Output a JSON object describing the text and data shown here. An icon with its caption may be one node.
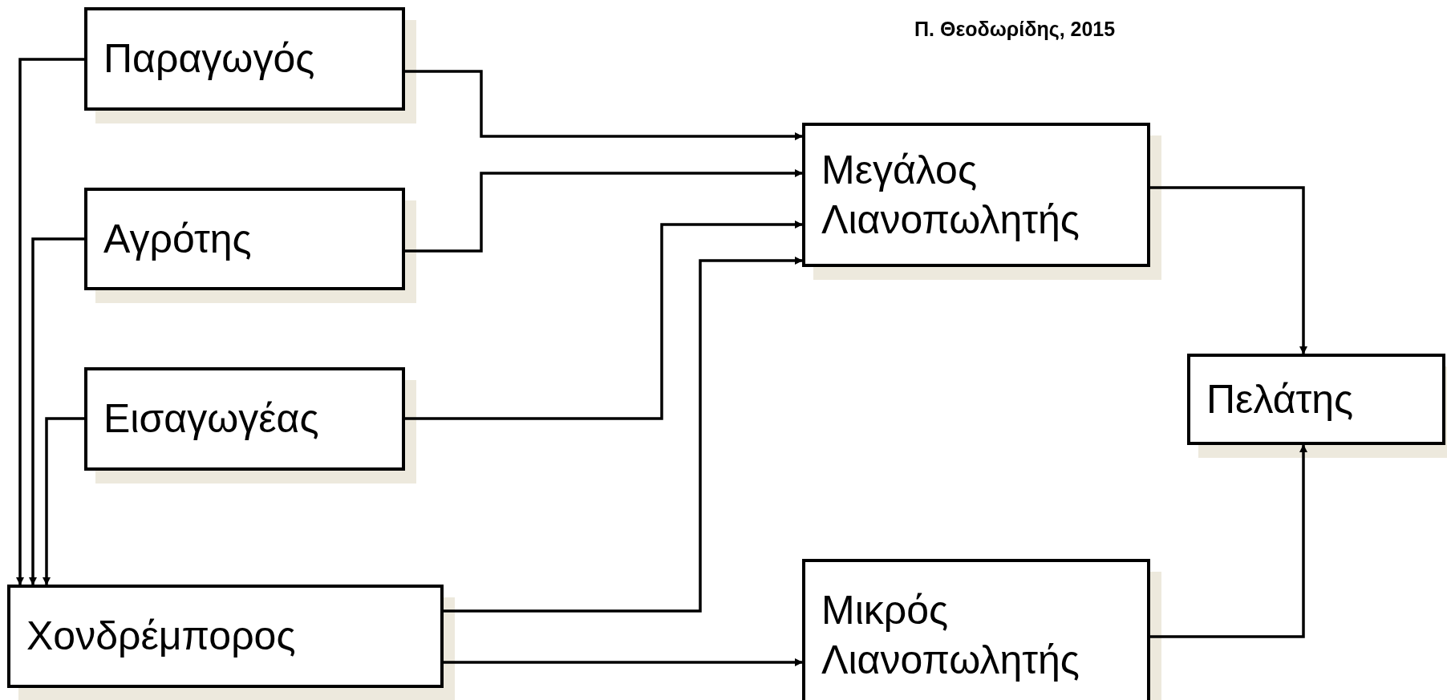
{
  "diagram": {
    "nodes": [
      {
        "text": [
          "Παραγωγός"
        ]
      },
      {
        "text": [
          "Αγρότης"
        ]
      },
      {
        "text": [
          "Εισαγωγέας"
        ]
      },
      {
        "text": [
          "Χονδρέμπορος"
        ]
      },
      {
        "text": [
          "Μεγάλος Λιανοπωλητής"
        ]
      },
      {
        "text": [
          "Πελάτης"
        ]
      },
      {
        "text": [
          "Μικρός Λιανοπωλητής"
        ]
      }
    ],
    "edges": [
      {
        "from": 0,
        "to": 4,
        "arrow": "to"
      },
      {
        "from": 1,
        "to": 4,
        "arrow": "to"
      },
      {
        "from": 2,
        "to": 4,
        "arrow": "to"
      },
      {
        "from": 3,
        "to": 4,
        "arrow": "to"
      },
      {
        "from": 3,
        "to": 6,
        "arrow": "to"
      },
      {
        "from": 4,
        "to": 5,
        "arrow": "to"
      },
      {
        "from": 6,
        "to": 5,
        "arrow": "to"
      },
      {
        "from": 0,
        "to": 3,
        "arrow": "to"
      },
      {
        "from": 1,
        "to": 3,
        "arrow": "to"
      },
      {
        "from": 2,
        "to": 3,
        "arrow": "to"
      }
    ],
    "labels": [
      "Π. Θεοδωρίδης, 2015"
    ]
  }
}
